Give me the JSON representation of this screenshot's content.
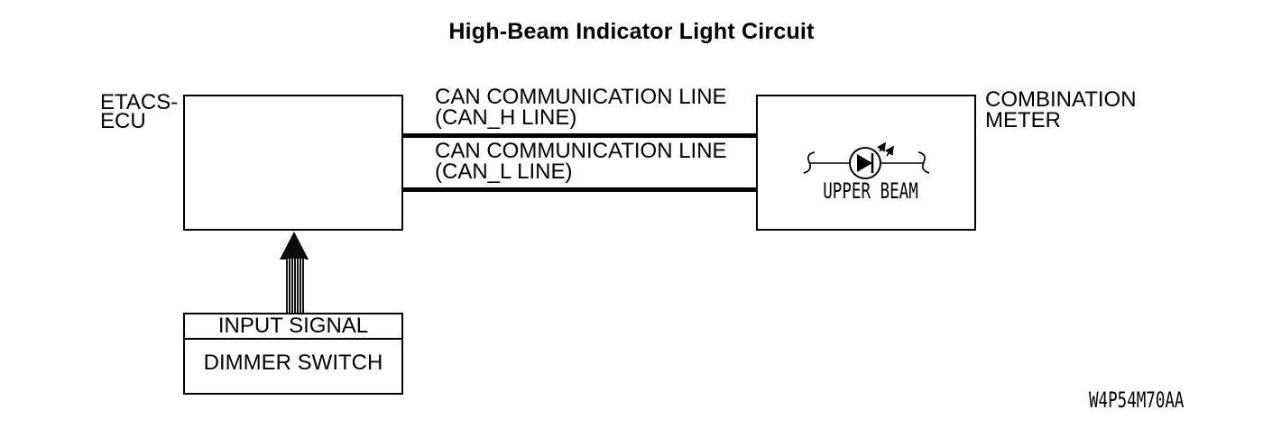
{
  "title": "High-Beam Indicator Light Circuit",
  "etacs": {
    "line1": "ETACS-",
    "line2": "ECU"
  },
  "can_h": {
    "line1": "CAN COMMUNICATION LINE",
    "line2": "(CAN_H LINE)"
  },
  "can_l": {
    "line1": "CAN COMMUNICATION LINE",
    "line2": "(CAN_L LINE)"
  },
  "meter": {
    "line1": "COMBINATION",
    "line2": "METER",
    "indicator_label": "UPPER BEAM"
  },
  "input_box": {
    "row1": "INPUT SIGNAL",
    "row2": "DIMMER SWITCH"
  },
  "drawing_code": "W4P54M70AA",
  "icons": {
    "indicator": "led-indicator-icon",
    "signal_flow": "signal-arrow-icon"
  },
  "colors": {
    "line": "#000000",
    "background": "#ffffff",
    "text": "#000000"
  }
}
